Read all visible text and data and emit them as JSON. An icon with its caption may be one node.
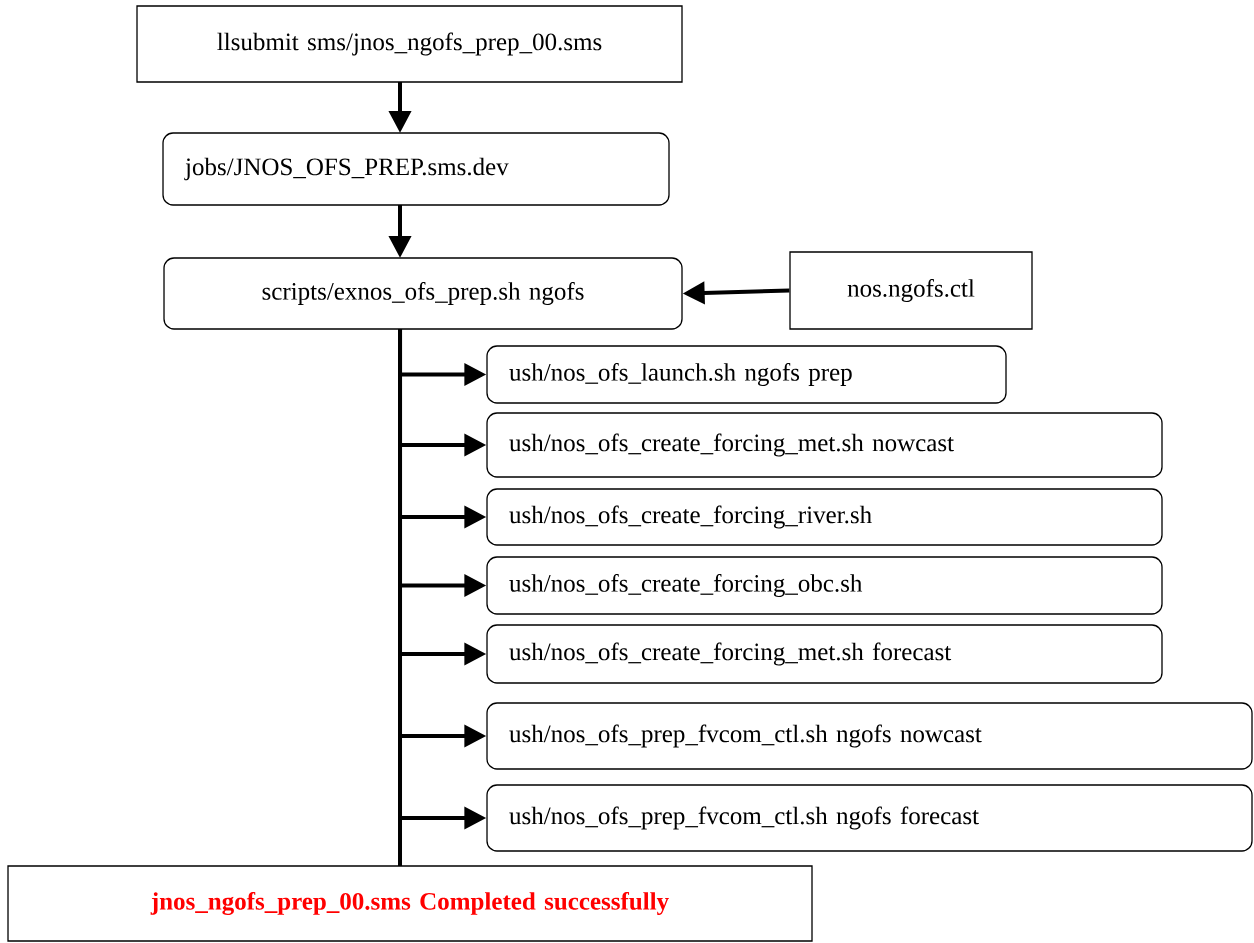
{
  "diagram": {
    "nodes": [
      {
        "text": [
          "llsubmit sms/jnos_ngofs_prep_00.sms"
        ]
      },
      {
        "text": [
          "jobs/JNOS_OFS_PREP.sms.dev"
        ]
      },
      {
        "text": [
          "scripts/exnos_ofs_prep.sh ngofs"
        ]
      },
      {
        "text": [
          "nos.ngofs.ctl"
        ]
      },
      {
        "text": [
          "ush/nos_ofs_launch.sh ngofs prep"
        ]
      },
      {
        "text": [
          "ush/nos_ofs_create_forcing_met.sh nowcast"
        ]
      },
      {
        "text": [
          "ush/nos_ofs_create_forcing_river.sh"
        ]
      },
      {
        "text": [
          "ush/nos_ofs_create_forcing_obc.sh"
        ]
      },
      {
        "text": [
          "ush/nos_ofs_create_forcing_met.sh forecast"
        ]
      },
      {
        "text": [
          "ush/nos_ofs_prep_fvcom_ctl.sh ngofs nowcast"
        ]
      },
      {
        "text": [
          "ush/nos_ofs_prep_fvcom_ctl.sh ngofs forecast"
        ]
      },
      {
        "text": [
          "jnos_ngofs_prep_00.sms Completed successfully"
        ]
      }
    ],
    "edges": [
      {
        "from": 0,
        "to": 1,
        "arrow": "to"
      },
      {
        "from": 1,
        "to": 2,
        "arrow": "to"
      },
      {
        "from": 3,
        "to": 2,
        "arrow": "to"
      },
      {
        "from": 2,
        "to": 4,
        "arrow": "to"
      },
      {
        "from": 2,
        "to": 5,
        "arrow": "to"
      },
      {
        "from": 2,
        "to": 6,
        "arrow": "to"
      },
      {
        "from": 2,
        "to": 7,
        "arrow": "to"
      },
      {
        "from": 2,
        "to": 8,
        "arrow": "to"
      },
      {
        "from": 2,
        "to": 9,
        "arrow": "to"
      },
      {
        "from": 2,
        "to": 10,
        "arrow": "to"
      },
      {
        "from": 2,
        "to": 11,
        "arrow": "none"
      }
    ]
  }
}
